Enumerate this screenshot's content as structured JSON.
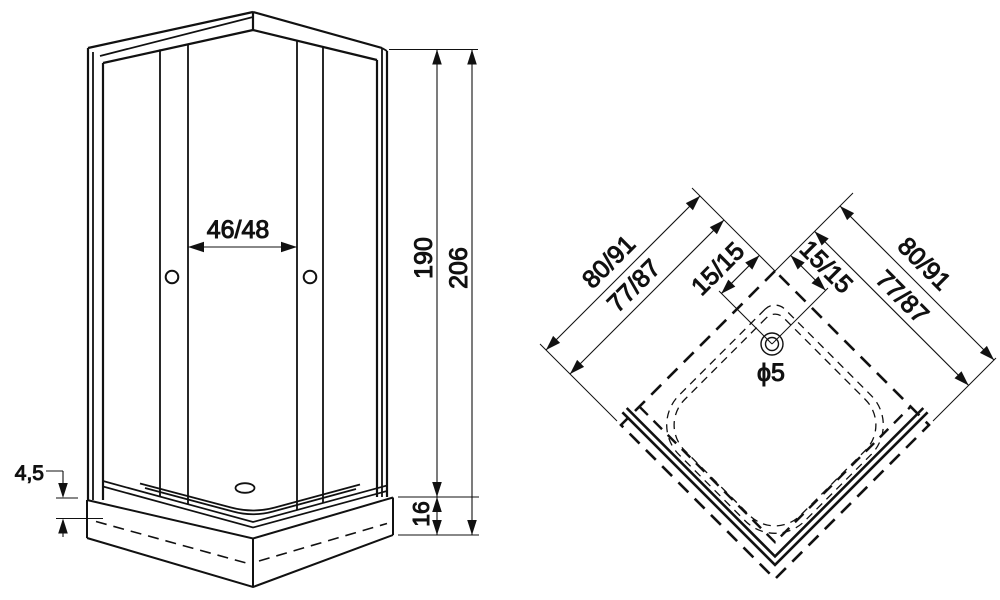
{
  "drawing": {
    "front_view": {
      "door_width": "46/48",
      "frame_height": "190",
      "total_height": "206",
      "tray_height": "16",
      "leveling_range": "4,5"
    },
    "top_view": {
      "left_side": {
        "outer_width": "80/91",
        "inner_width": "77/87",
        "corner_to_hole": "15/15"
      },
      "right_side": {
        "outer_width": "80/91",
        "inner_width": "77/87",
        "corner_to_hole": "15/15"
      },
      "hole_diameter": "ϕ5"
    },
    "colors": {
      "line": "#111111",
      "background": "#ffffff"
    }
  }
}
